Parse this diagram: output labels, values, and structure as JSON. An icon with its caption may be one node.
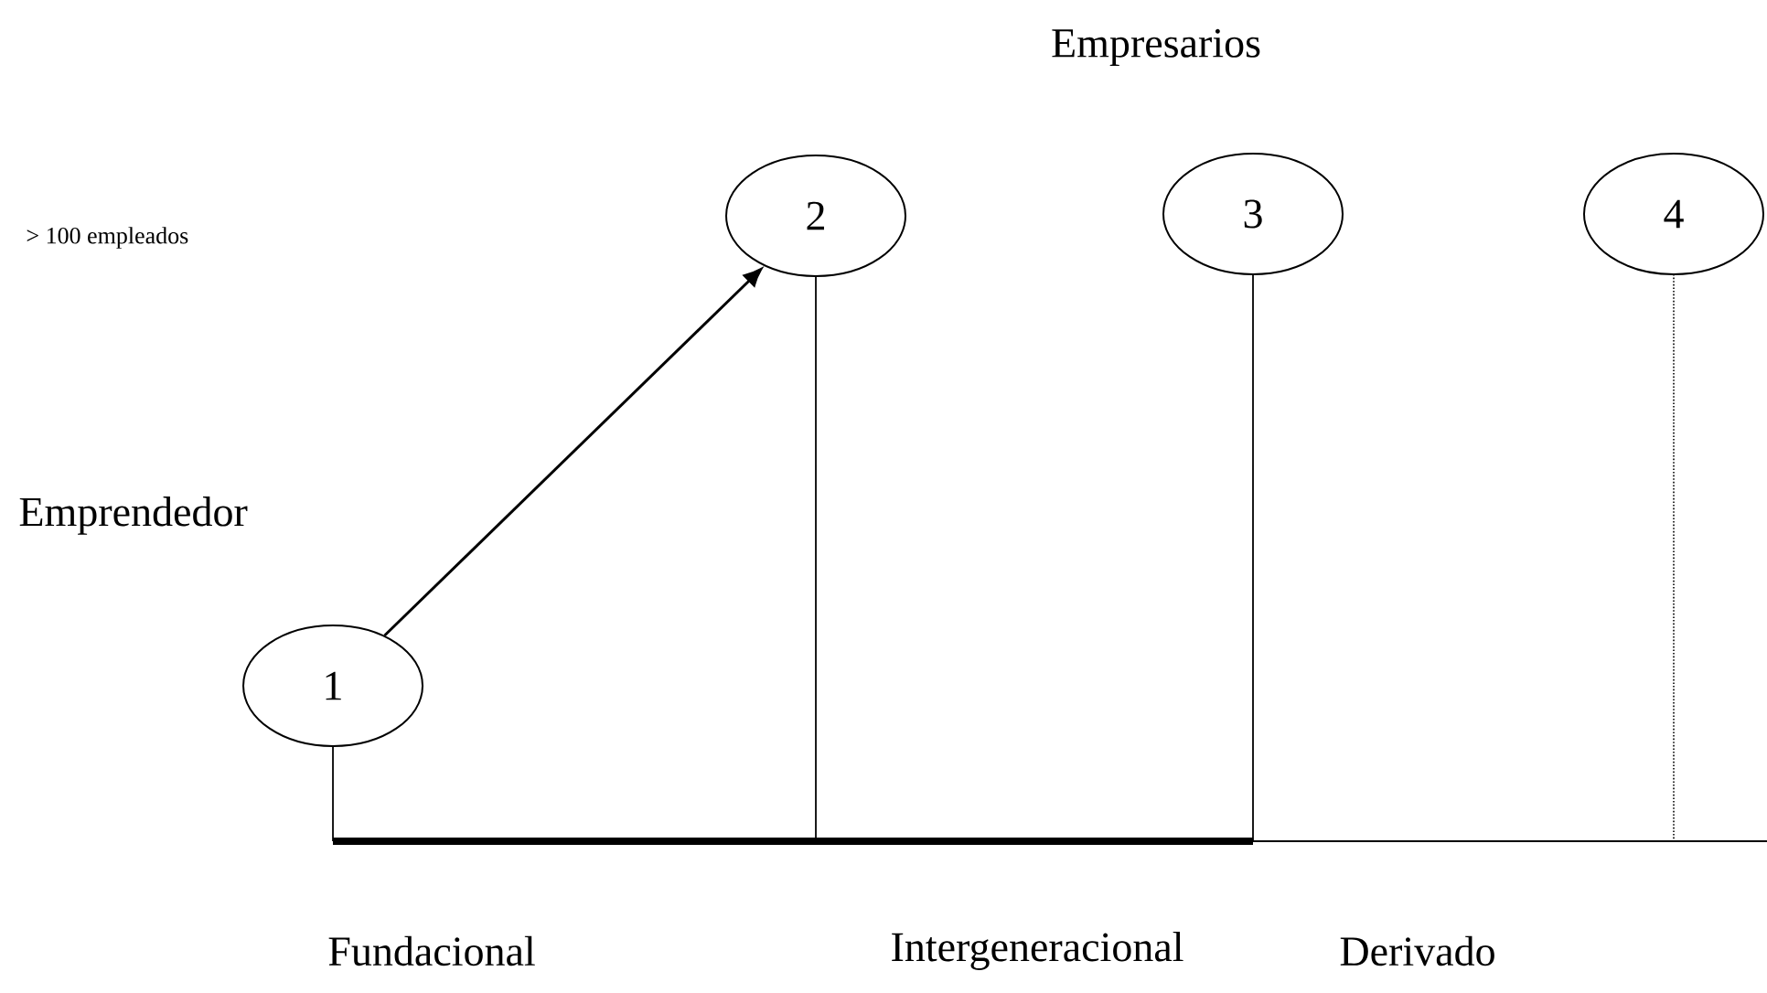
{
  "diagram": {
    "title": "Empresarios",
    "nodes": [
      {
        "text": [
          "1"
        ]
      },
      {
        "text": [
          "2"
        ]
      },
      {
        "text": [
          "3"
        ]
      },
      {
        "text": [
          "4"
        ]
      }
    ],
    "edges": [
      {
        "from": 0,
        "to": 1,
        "arrow": "to"
      }
    ],
    "labels": [
      "> 100 empleados",
      "Emprendedor",
      "Fundacional",
      "Intergeneracional",
      "Derivado"
    ]
  }
}
